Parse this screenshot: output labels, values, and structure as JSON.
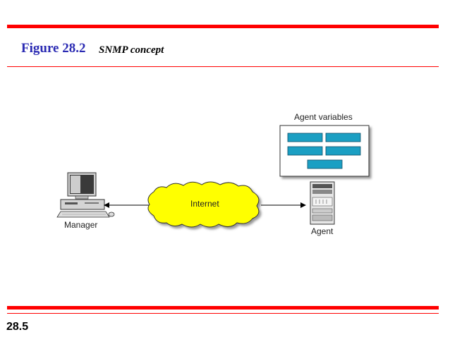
{
  "slide": {
    "figure_label": "Figure 28.2",
    "figure_caption": "SNMP concept",
    "page_number": "28.5"
  },
  "diagram": {
    "manager_label": "Manager",
    "cloud_label": "Internet",
    "agent_label": "Agent",
    "agent_variables_label": "Agent variables",
    "agent_variable_count": 5
  },
  "colors": {
    "rule": "#ff0000",
    "title": "#2b2bb3",
    "cloud_fill": "#ffff00",
    "variable_fill": "#1b9fc3"
  }
}
